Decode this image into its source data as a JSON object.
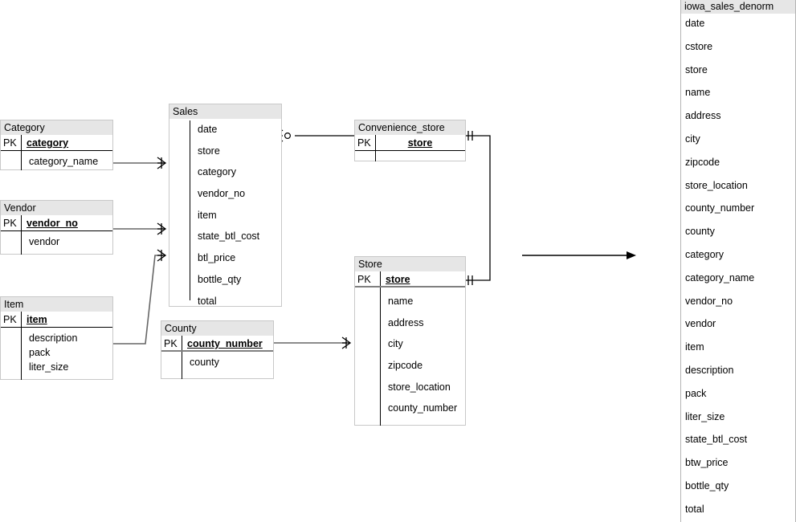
{
  "diagram": {
    "type": "entity-relationship-diagram",
    "entities": [
      {
        "id": "category",
        "name": "Category",
        "pk_label": "PK",
        "pk_field": "category",
        "attributes": [
          "category_name"
        ]
      },
      {
        "id": "vendor",
        "name": "Vendor",
        "pk_label": "PK",
        "pk_field": "vendor_no",
        "attributes": [
          "vendor"
        ]
      },
      {
        "id": "item",
        "name": "Item",
        "pk_label": "PK",
        "pk_field": "item",
        "attributes": [
          "description",
          "pack",
          "liter_size"
        ]
      },
      {
        "id": "sales",
        "name": "Sales",
        "pk_label": "",
        "pk_field": "",
        "attributes": [
          "date",
          "store",
          "category",
          "vendor_no",
          "item",
          "state_btl_cost",
          "btl_price",
          "bottle_qty",
          "total"
        ]
      },
      {
        "id": "county",
        "name": "County",
        "pk_label": "PK",
        "pk_field": "county_number",
        "attributes": [
          "county"
        ]
      },
      {
        "id": "convenience_store",
        "name": "Convenience_store",
        "pk_label": "PK",
        "pk_field": "store",
        "attributes": []
      },
      {
        "id": "store",
        "name": "Store",
        "pk_label": "PK",
        "pk_field": "store",
        "attributes": [
          "name",
          "address",
          "city",
          "zipcode",
          "store_location",
          "county_number"
        ]
      }
    ],
    "relationships": [
      {
        "from": "category",
        "to": "sales",
        "from_card": "one",
        "to_card": "many"
      },
      {
        "from": "vendor",
        "to": "sales",
        "from_card": "one",
        "to_card": "many"
      },
      {
        "from": "item",
        "to": "sales",
        "from_card": "one",
        "to_card": "many"
      },
      {
        "from": "sales",
        "to": "convenience_store",
        "from_card": "zero-or-many",
        "to_card": "one"
      },
      {
        "from": "county",
        "to": "store",
        "from_card": "one",
        "to_card": "many"
      },
      {
        "from": "convenience_store",
        "to": "store",
        "from_card": "one-and-only-one",
        "to_card": "one-and-only-one"
      }
    ],
    "transform_arrow": {
      "label": "",
      "direction": "right"
    }
  },
  "denorm": {
    "title": "iowa_sales_denorm",
    "columns": [
      "date",
      "cstore",
      "store",
      "name",
      "address",
      "city",
      "zipcode",
      "store_location",
      "county_number",
      "county",
      "category",
      "category_name",
      "vendor_no",
      "vendor",
      "item",
      "description",
      "pack",
      "liter_size",
      "state_btl_cost",
      "btw_price",
      "bottle_qty",
      "total"
    ]
  },
  "colors": {
    "header_fill": "#e6e6e6",
    "box_border": "#c8c8c8",
    "line": "#000000",
    "connector_gray": "#666666",
    "background": "#ffffff"
  }
}
